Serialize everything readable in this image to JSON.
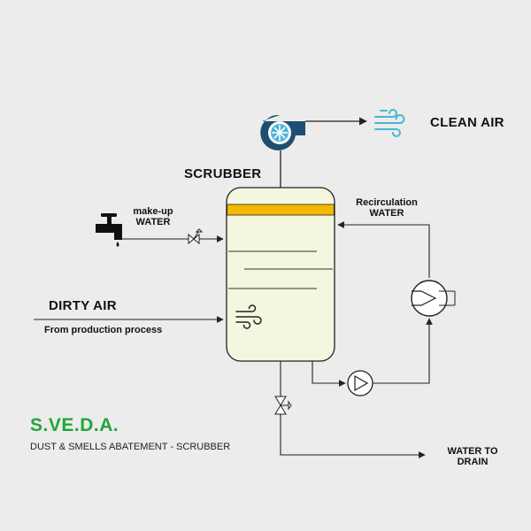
{
  "labels": {
    "clean_air": "CLEAN AIR",
    "scrubber": "SCRUBBER",
    "makeup_line1": "make-up",
    "makeup_line2": "WATER",
    "recirc_line1": "Recirculation",
    "recirc_line2": "WATER",
    "dirty_air": "DIRTY AIR",
    "dirty_air_sub": "From production process",
    "drain_line1": "WATER TO",
    "drain_line2": "DRAIN"
  },
  "brand": {
    "name": "S.VE.D.A.",
    "tagline": "DUST & SMELLS ABATEMENT - SCRUBBER"
  },
  "colors": {
    "background": "#ececec",
    "vessel_fill": "#f4f6df",
    "packing_band": "#f5b800",
    "fan_body": "#1d4f73",
    "fan_hub": "#4fb3d9",
    "wind_icon": "#48b8d0",
    "brand": "#23a636",
    "line": "#222222"
  }
}
